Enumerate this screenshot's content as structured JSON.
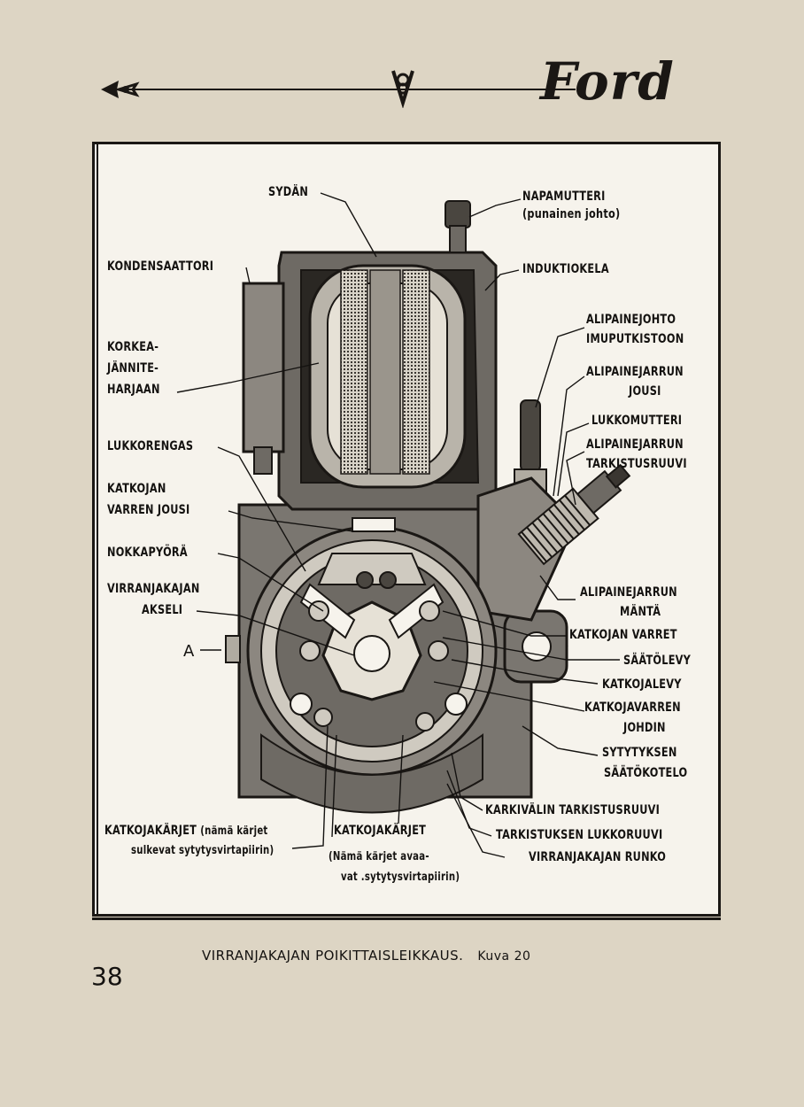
{
  "header": {
    "brand": "Ford"
  },
  "labels": {
    "sydan": "SYDÄN",
    "napamutteri": "NAPAMUTTERI",
    "punainen_johto": "(punainen johto)",
    "kondensaattori": "KONDENSAATTORI",
    "induktiokela": "INDUKTIOKELA",
    "alipainejohto_1": "ALIPAINEJOHTO",
    "alipainejohto_2": "IMUPUTKISTOON",
    "korkea_1": "KORKEA-",
    "korkea_2": "JÄNNITE-",
    "korkea_3": "HARJAAN",
    "jarrun_jousi_1": "ALIPAINEJARRUN",
    "jarrun_jousi_2": "JOUSI",
    "lukkomutteri": "LUKKOMUTTERI",
    "tarkistus_1": "ALIPAINEJARRUN",
    "tarkistus_2": "TARKISTUSRUUVI",
    "lukkorengas": "LUKKORENGAS",
    "katkojan_jousi_1": "KATKOJAN",
    "katkojan_jousi_2": "VARREN JOUSI",
    "nokkapyora": "NOKKAPYÖRÄ",
    "akseli_1": "VIRRANJAKAJAN",
    "akseli_2": "AKSELI",
    "mantä_1": "ALIPAINEJARRUN",
    "mantä_2": "MÄNTÄ",
    "varret": "KATKOJAN VARRET",
    "saatolevy": "SÄÄTÖLEVY",
    "katkojalevy": "KATKOJALEVY",
    "varren_johdin_1": "KATKOJAVARREN",
    "varren_johdin_2": "JOHDIN",
    "sytytys_1": "SYTYTYKSEN",
    "sytytys_2": "SÄÄTÖKOTELO",
    "karkivali": "KARKIVÄLIN TARKISTUSRUUVI",
    "lukkoruuvi": "TARKISTUKSEN LUKKORUUVI",
    "runko": "VIRRANJAKAJAN RUNKO",
    "karjet_left_1": "KATKOJAKÄRJET",
    "karjet_left_1b": "(nämä kärjet",
    "karjet_left_2": "sulkevat sytytysvirtapiirin)",
    "karjet_right_1": "KATKOJAKÄRJET",
    "karjet_right_2": "(Nämä kärjet avaa-",
    "karjet_right_3": "vat .sytytysvirtapiirin)",
    "a": "A"
  },
  "caption": {
    "text": "VIRRANJAKAJAN POIKITTAISLEIKKAUS.",
    "figure": "Kuva 20"
  },
  "page_number": "38"
}
